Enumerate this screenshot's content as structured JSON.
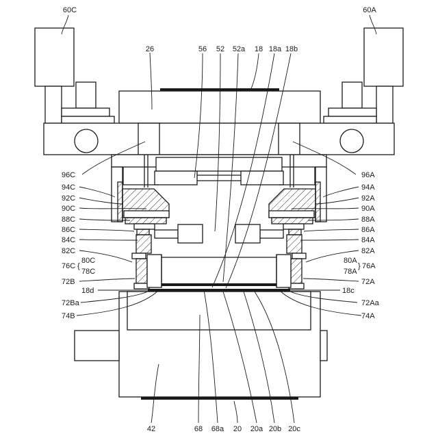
{
  "labels": {
    "l60C": "60C",
    "l60A": "60A",
    "l26": "26",
    "l56": "56",
    "l52": "52",
    "l52a": "52a",
    "l18": "18",
    "l18a": "18a",
    "l18b": "18b",
    "l96C": "96C",
    "l94C": "94C",
    "l92C": "92C",
    "l90C": "90C",
    "l88C": "88C",
    "l86C": "86C",
    "l84C": "84C",
    "l82C": "82C",
    "l76C": "76C",
    "l80C": "80C",
    "l78C": "78C",
    "l72B": "72B",
    "l18d": "18d",
    "l72Ba": "72Ba",
    "l74B": "74B",
    "l96A": "96A",
    "l94A": "94A",
    "l92A": "92A",
    "l90A": "90A",
    "l88A": "88A",
    "l86A": "86A",
    "l84A": "84A",
    "l82A": "82A",
    "l80A": "80A",
    "l76A": "76A",
    "l78A": "78A",
    "l72A": "72A",
    "l18c": "18c",
    "l72Aa": "72Aa",
    "l74A": "74A",
    "l42": "42",
    "l68": "68",
    "l68a": "68a",
    "l20": "20",
    "l20a": "20a",
    "l20b": "20b",
    "l20c": "20c"
  }
}
